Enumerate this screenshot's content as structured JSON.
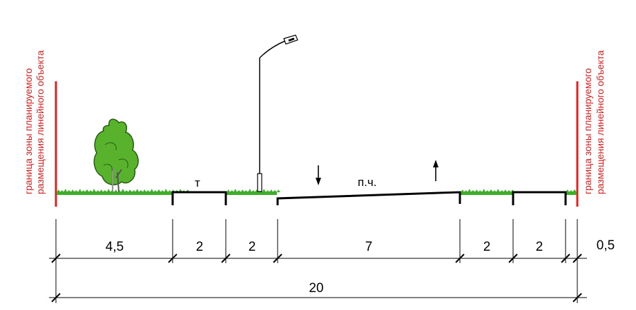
{
  "zone_border_label": {
    "line1": "граница зоны планируемого",
    "line2": "размещения линейного объекта"
  },
  "labels": {
    "sidewalk": "т",
    "carriageway": "п.ч."
  },
  "dimensions": {
    "segments": [
      "4,5",
      "2",
      "2",
      "7",
      "2",
      "2",
      "0,5"
    ],
    "total": "20"
  },
  "colors": {
    "border_line": "#e02020",
    "grass": "#3cae28",
    "tree": "#58b22c"
  },
  "icons": [
    "tree-icon",
    "street-lamp-icon",
    "arrow-down-icon",
    "arrow-up-icon"
  ]
}
